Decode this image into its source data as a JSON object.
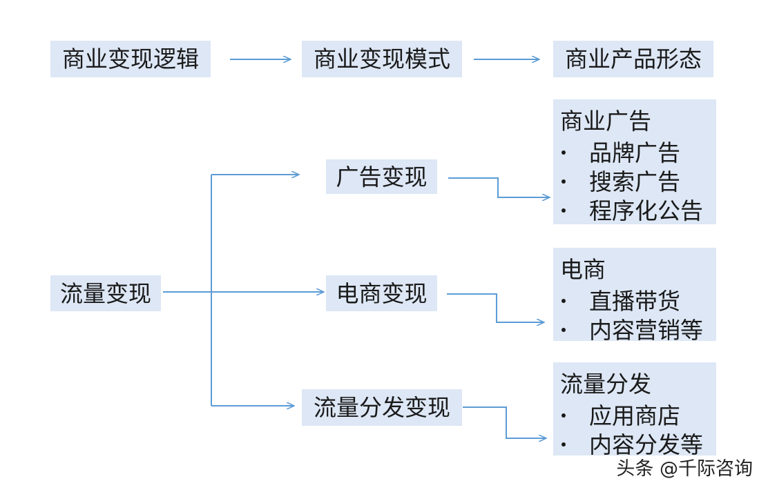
{
  "header": {
    "logic": "商业变现逻辑",
    "model": "商业变现模式",
    "product": "商业产品形态"
  },
  "root": "流量变现",
  "modes": {
    "ad": "广告变现",
    "ecommerce": "电商变现",
    "traffic": "流量分发变现"
  },
  "products": {
    "ad": {
      "title": "商业广告",
      "items": [
        "品牌广告",
        "搜索广告",
        "程序化公告"
      ]
    },
    "ecommerce": {
      "title": "电商",
      "items": [
        "直播带货",
        "内容营销等"
      ]
    },
    "traffic": {
      "title": "流量分发",
      "items": [
        "应用商店",
        "内容分发等"
      ]
    }
  },
  "footer": "头条 @千际咨询",
  "colors": {
    "box": "#dde7f5",
    "arrow": "#5b9bd5",
    "text": "#1a1a1a"
  }
}
